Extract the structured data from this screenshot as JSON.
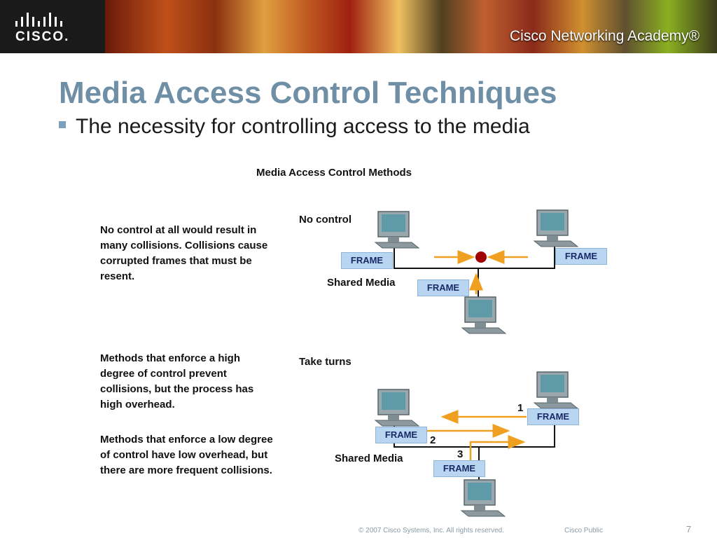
{
  "header": {
    "logo_text": "CISCO.",
    "academy": "Cisco Networking Academy®"
  },
  "slide": {
    "title": "Media Access Control Techniques",
    "bullet": "The necessity for controlling access to the media"
  },
  "diagram": {
    "title": "Media Access Control Methods",
    "no_control": {
      "label": "No control",
      "description": "No control at all would result in many collisions. Collisions cause corrupted frames that must be resent.",
      "shared_media": "Shared Media",
      "frames": [
        "FRAME",
        "FRAME",
        "FRAME"
      ]
    },
    "take_turns": {
      "label": "Take turns",
      "description_high": "Methods that enforce a high degree of control prevent collisions, but the process has high overhead.",
      "description_low": "Methods that enforce a low degree of control have low overhead, but there are more frequent collisions.",
      "shared_media": "Shared Media",
      "frames": [
        "FRAME",
        "FRAME",
        "FRAME"
      ],
      "numbers": [
        "1",
        "2",
        "3"
      ]
    }
  },
  "footer": {
    "copyright": "© 2007 Cisco Systems, Inc. All rights reserved.",
    "classification": "Cisco Public",
    "page_number": "7"
  },
  "colors": {
    "title": "#6f8fa6",
    "frame_fill": "#b8d6f2",
    "arrow": "#f0a020",
    "collision": "#a00000"
  }
}
